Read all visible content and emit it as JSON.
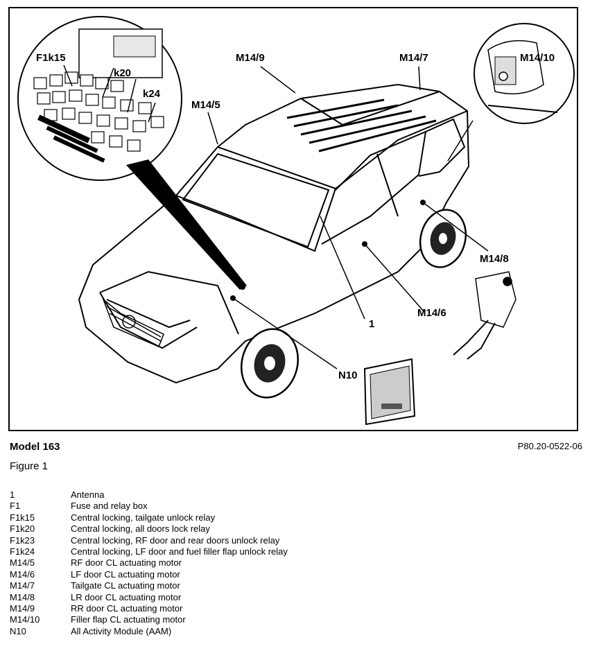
{
  "figure": {
    "callouts": {
      "f1k15": "F1k15",
      "k20": "k20",
      "k24": "k24",
      "m14_9": "M14/9",
      "m14_7": "M14/7",
      "m14_10": "M14/10",
      "m14_5": "M14/5",
      "m14_8": "M14/8",
      "m14_6": "M14/6",
      "one": "1",
      "n10": "N10"
    }
  },
  "caption": {
    "model": "Model 163",
    "code": "P80.20-0522-06",
    "figure": "Figure 1"
  },
  "legend": [
    {
      "key": "1",
      "desc": "Antenna"
    },
    {
      "key": "F1",
      "desc": "Fuse and relay box"
    },
    {
      "key": "F1k15",
      "desc": "Central locking, tailgate unlock relay"
    },
    {
      "key": "F1k20",
      "desc": "Central locking, all doors lock relay"
    },
    {
      "key": "F1k23",
      "desc": "Central locking, RF door and rear doors unlock relay"
    },
    {
      "key": "F1k24",
      "desc": "Central locking, LF door and fuel filler flap unlock relay"
    },
    {
      "key": "M14/5",
      "desc": "RF door CL actuating motor"
    },
    {
      "key": "M14/6",
      "desc": "LF door CL actuating motor"
    },
    {
      "key": "M14/7",
      "desc": "Tailgate CL actuating motor"
    },
    {
      "key": "M14/8",
      "desc": "LR door CL actuating motor"
    },
    {
      "key": "M14/9",
      "desc": "RR door CL actuating motor"
    },
    {
      "key": "M14/10",
      "desc": "Filler flap CL actuating motor"
    },
    {
      "key": "N10",
      "desc": "All Activity Module (AAM)"
    }
  ]
}
